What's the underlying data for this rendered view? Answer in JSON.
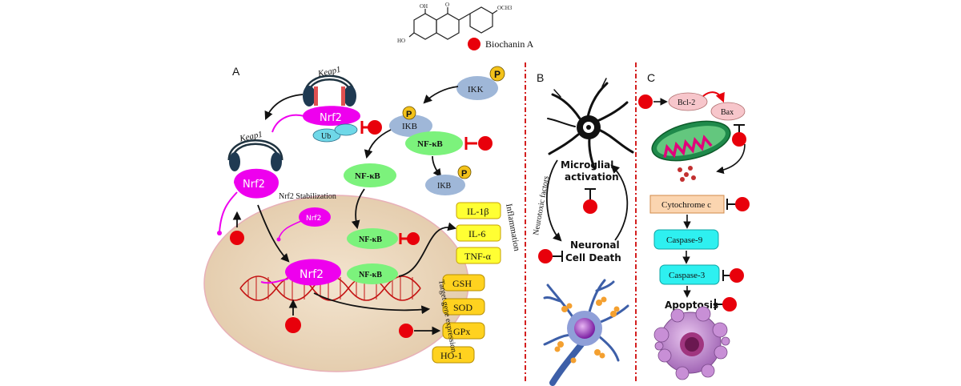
{
  "header": {
    "compound_name": "Biochanin A",
    "oh_top": "OH",
    "och3": "OCH3",
    "oh_left": "HO",
    "carbonyl_o": "O"
  },
  "panel_a": {
    "label": "A",
    "keap1_top": "Keap1",
    "keap1_left": "Keap1",
    "nrf2_top": "Nrf2",
    "ub": "Ub",
    "nrf2_left": "Nrf2",
    "nrf2_stabilization": "Nrf2 Stabilization",
    "nrf2_small": "Nrf2",
    "nrf2_dna": "Nrf2",
    "ikk": "IKK",
    "p": "P",
    "ikb_1": "IKB",
    "nfkb_1": "NF-κB",
    "ikb_2": "IKB",
    "nfkb_2": "NF-κB",
    "nfkb_3": "NF-κB",
    "nfkb_4": "NF-κB",
    "inflammation_label": "Inflammation",
    "inflammation": [
      "IL-1β",
      "IL-6",
      "TNF-α"
    ],
    "target_label": "Target gene expression",
    "targets": [
      "GSH",
      "SOD",
      "GPx",
      "HO-1"
    ]
  },
  "panel_b": {
    "label": "B",
    "microglial": [
      "Microglial",
      "activation"
    ],
    "neurotoxic": "Neurotoxic factors",
    "neuronal": [
      "Neuronal",
      "Cell Death"
    ]
  },
  "panel_c": {
    "label": "C",
    "bcl2": "Bcl-2",
    "bax": "Bax",
    "cytochrome": "Cytochrome c",
    "caspase9": "Caspase-9",
    "caspase3": "Caspase-3",
    "apoptosis": "Apoptosis"
  },
  "colors": {
    "inhibitor_red": "#e8000b",
    "nrf2_magenta": "#ee00ee",
    "nfkb_green": "#7cf27c",
    "ikb_blue": "#9fb7d8",
    "cytokine_yellow": "#ffff33",
    "antioxidant_gold": "#ffd21f",
    "caspase_cyan": "#2ef0f0",
    "nucleus_tan": "#ecd8bc",
    "divider_red": "#d42020"
  }
}
